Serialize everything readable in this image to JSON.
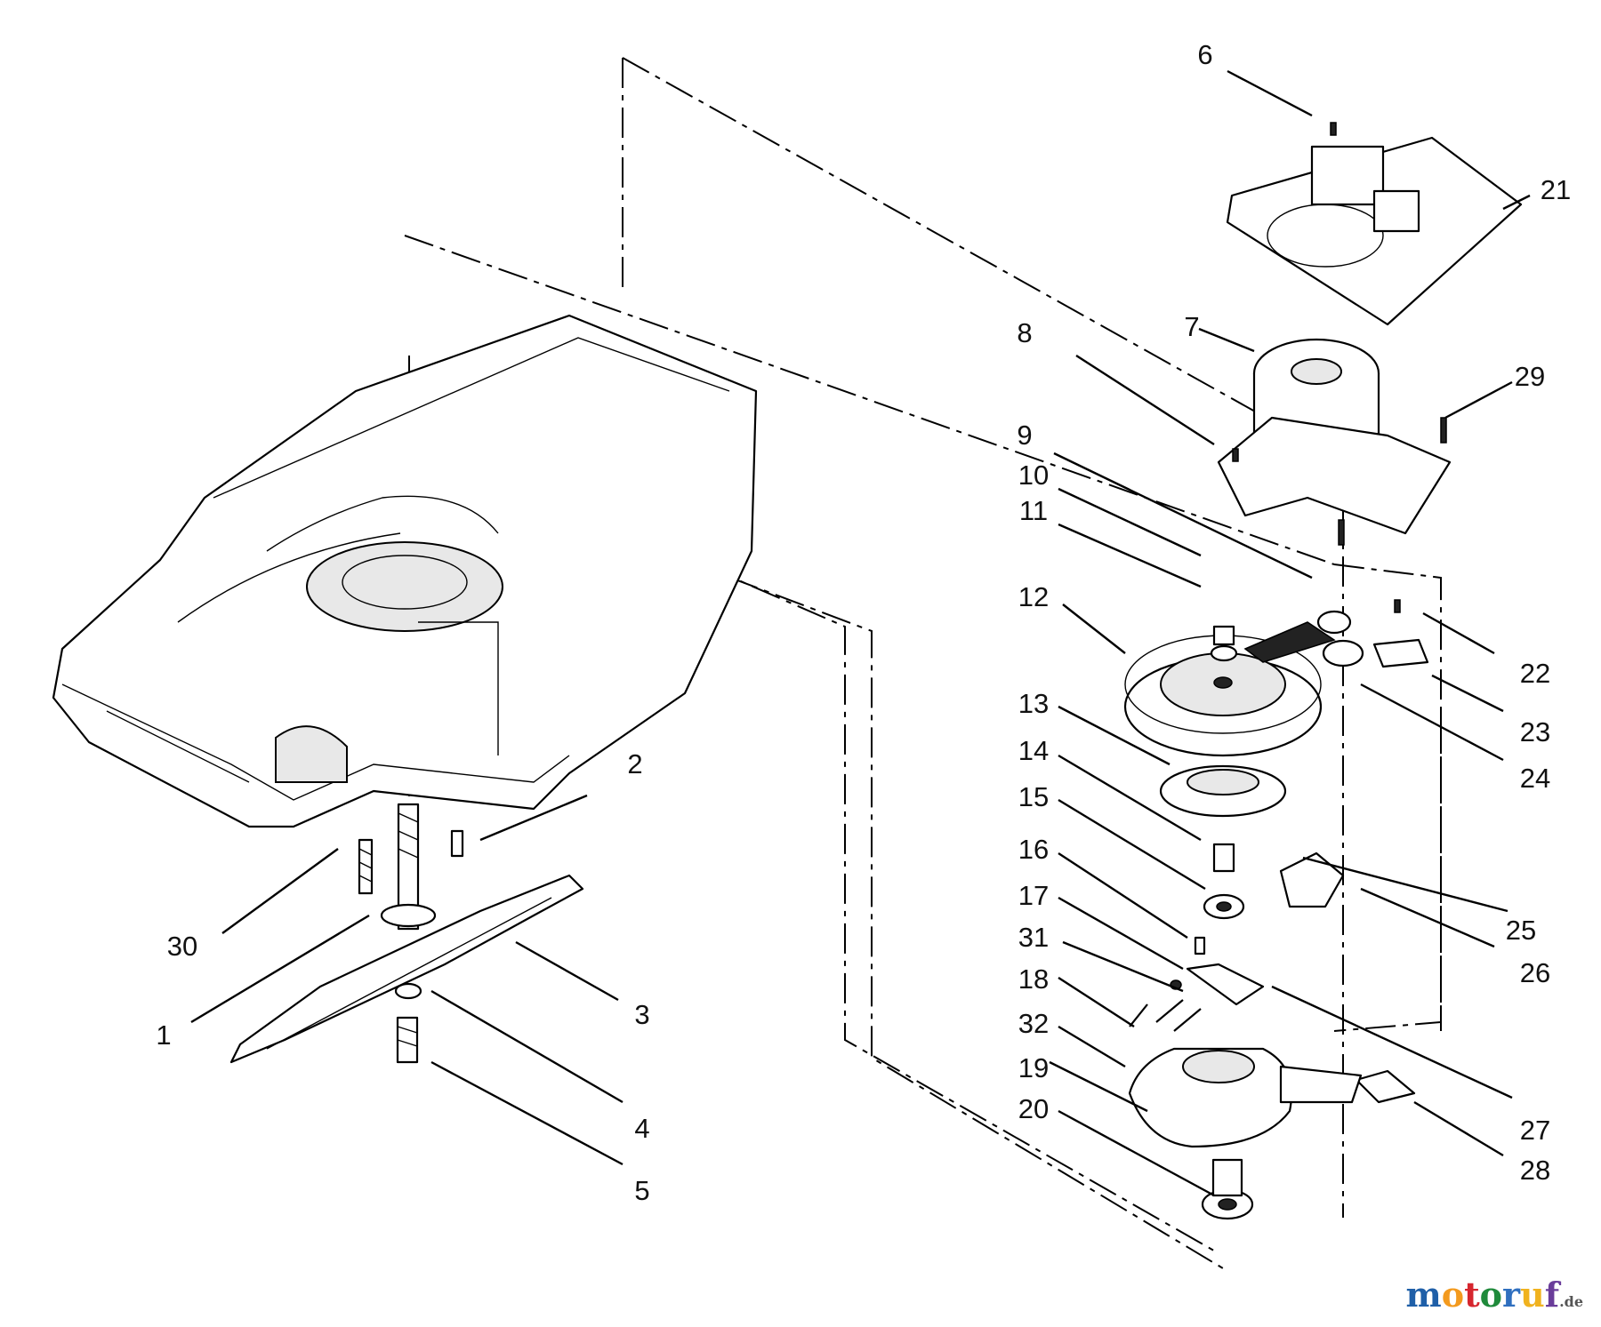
{
  "callouts": [
    "1",
    "2",
    "3",
    "4",
    "5",
    "6",
    "7",
    "8",
    "9",
    "10",
    "11",
    "12",
    "13",
    "14",
    "15",
    "16",
    "17",
    "18",
    "19",
    "20",
    "21",
    "22",
    "23",
    "24",
    "25",
    "26",
    "27",
    "28",
    "29",
    "30",
    "31",
    "32"
  ],
  "watermark": {
    "text": "motoruf.de",
    "letters": [
      "m",
      "o",
      "t",
      "o",
      "r",
      "u",
      "f"
    ],
    "suffix": ".de",
    "colors": [
      "#1f5fa8",
      "#f39a1e",
      "#d6262e",
      "#1f8a3b",
      "#2f6fbf",
      "#f0b21f",
      "#6a3d9a"
    ]
  }
}
